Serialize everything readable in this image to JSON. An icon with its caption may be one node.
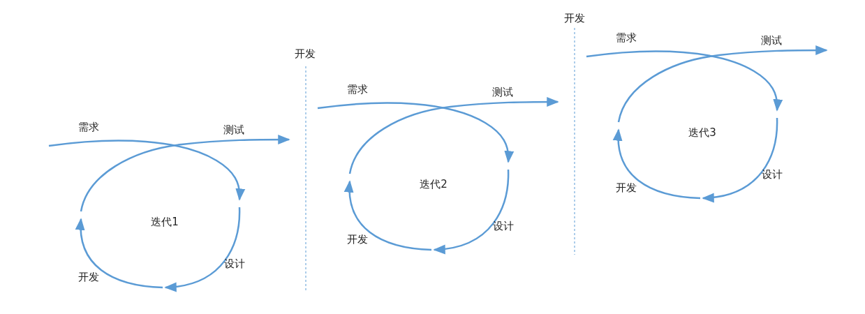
{
  "diagram": {
    "labels": [
      "需求",
      "测试",
      "迭代1",
      "设计",
      "开发",
      "开发",
      "需求",
      "测试",
      "迭代2",
      "设计",
      "开发",
      "开发",
      "需求",
      "测试",
      "迭代3",
      "设计",
      "开发"
    ]
  }
}
